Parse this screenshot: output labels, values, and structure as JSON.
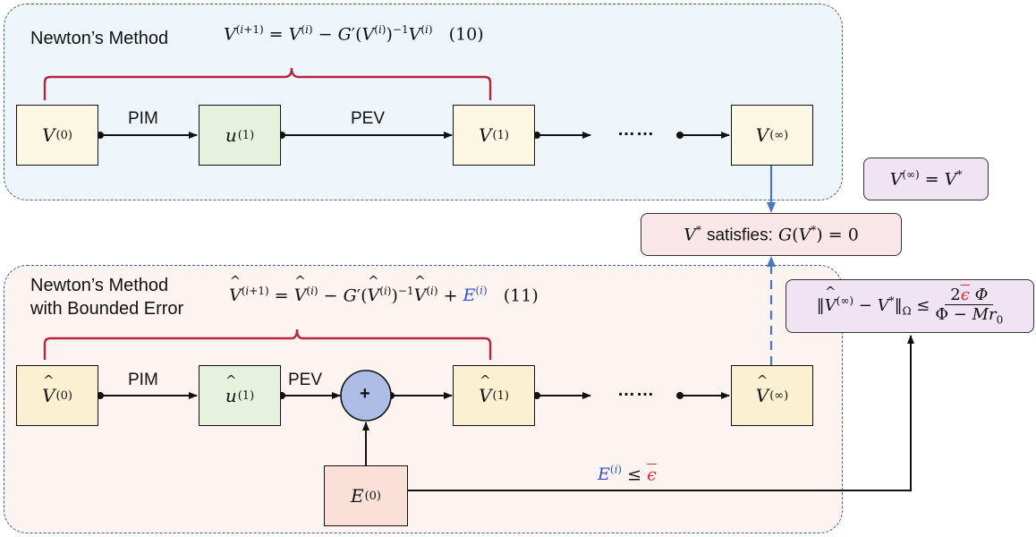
{
  "top_panel": {
    "title": "Newton’s Method",
    "equation_number": "(10)",
    "nodes": {
      "v0": "V",
      "u1": "u",
      "v1": "V",
      "vinf": "V"
    },
    "sups": {
      "v0": "(0)",
      "u1": "(1)",
      "v1": "(1)",
      "vinf": "(∞)"
    },
    "edge_labels": {
      "pim": "PIM",
      "pev": "PEV"
    },
    "ellipsis": "……"
  },
  "bottom_panel": {
    "title_line1": "Newton’s Method",
    "title_line2": "with Bounded Error",
    "equation_number": "(11)",
    "nodes": {
      "v0": "V",
      "u1": "u",
      "v1": "V",
      "vinf": "V",
      "e0": "E"
    },
    "sups": {
      "v0": "(0)",
      "u1": "(1)",
      "v1": "(1)",
      "vinf": "(∞)",
      "e0": "(0)"
    },
    "edge_labels": {
      "pim": "PIM",
      "pev": "PEV"
    },
    "sum_symbol": "+",
    "ellipsis": "……",
    "error_bound_rel": "≤"
  },
  "boxes": {
    "vinf_equals": "V^(∞) = V*",
    "satisfies_text": "satisfies:",
    "satisfies_eq": "G(V*) = 0",
    "bound_lhs": "‖V̂^(∞) − V*‖_Ω ≤",
    "bound_num": "2ϵ̄ Φ",
    "bound_den": "Φ − Mr₀"
  },
  "colors": {
    "top_panel_bg": "#eef6fb",
    "bottom_panel_bg": "#fdf3f1",
    "v_node": "#fbf7e3",
    "u_node": "#e7f2de",
    "vhat_node": "#fcf0d2",
    "e_node": "#fbe0d8",
    "sum_node": "#aebde6",
    "bracket": "#b5253f",
    "accent_blue": "#3550c8",
    "accent_red": "#d42a2a",
    "bound_box": "#efe3f4",
    "satisfies_box": "#f8e6e8"
  }
}
